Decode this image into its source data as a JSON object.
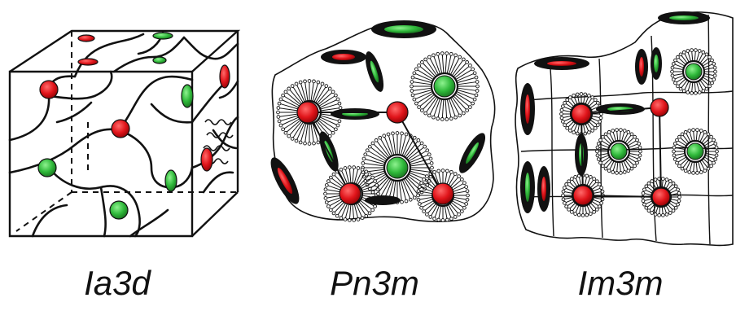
{
  "labels": [
    "Ia3d",
    "Pn3m",
    "Im3m"
  ],
  "colors": {
    "red": "#e0141a",
    "green": "#2fb83a",
    "line": "#111111",
    "paper": "#ffffff"
  }
}
